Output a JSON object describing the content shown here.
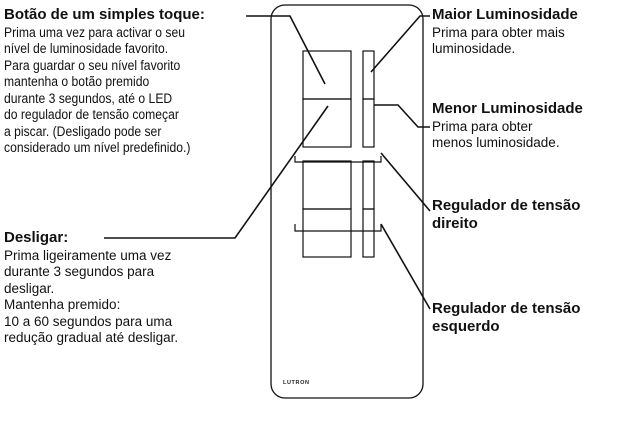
{
  "left": {
    "single_touch": {
      "heading": "Botão de um simples toque:",
      "lines": [
        "Prima uma vez para activar o seu",
        "nível de luminosidade favorito.",
        "Para guardar o seu nível favorito",
        "mantenha o botão premido",
        "durante 3 segundos, até o LED",
        "do regulador de tensão começar",
        "a piscar. (Desligado pode ser",
        "considerado um nível predefinido.)"
      ]
    },
    "off": {
      "heading": "Desligar:",
      "lines": [
        "Prima ligeiramente uma vez",
        "durante 3 segundos para",
        "desligar.",
        "Mantenha premido:",
        "10 a 60 segundos para uma",
        "redução gradual até desligar."
      ]
    }
  },
  "right": {
    "brighter": {
      "heading": "Maior Luminosidade",
      "lines": [
        "Prima para obter mais",
        "luminosidade."
      ]
    },
    "dimmer": {
      "heading": "Menor Luminosidade",
      "lines": [
        "Prima para obter",
        "menos luminosidade."
      ]
    },
    "right_dimmer": {
      "lines": [
        "Regulador de tensão",
        "direito"
      ]
    },
    "left_dimmer": {
      "lines": [
        "Regulador de tensão",
        "esquerdo"
      ]
    }
  },
  "remote": {
    "logo": "LUTRON"
  }
}
